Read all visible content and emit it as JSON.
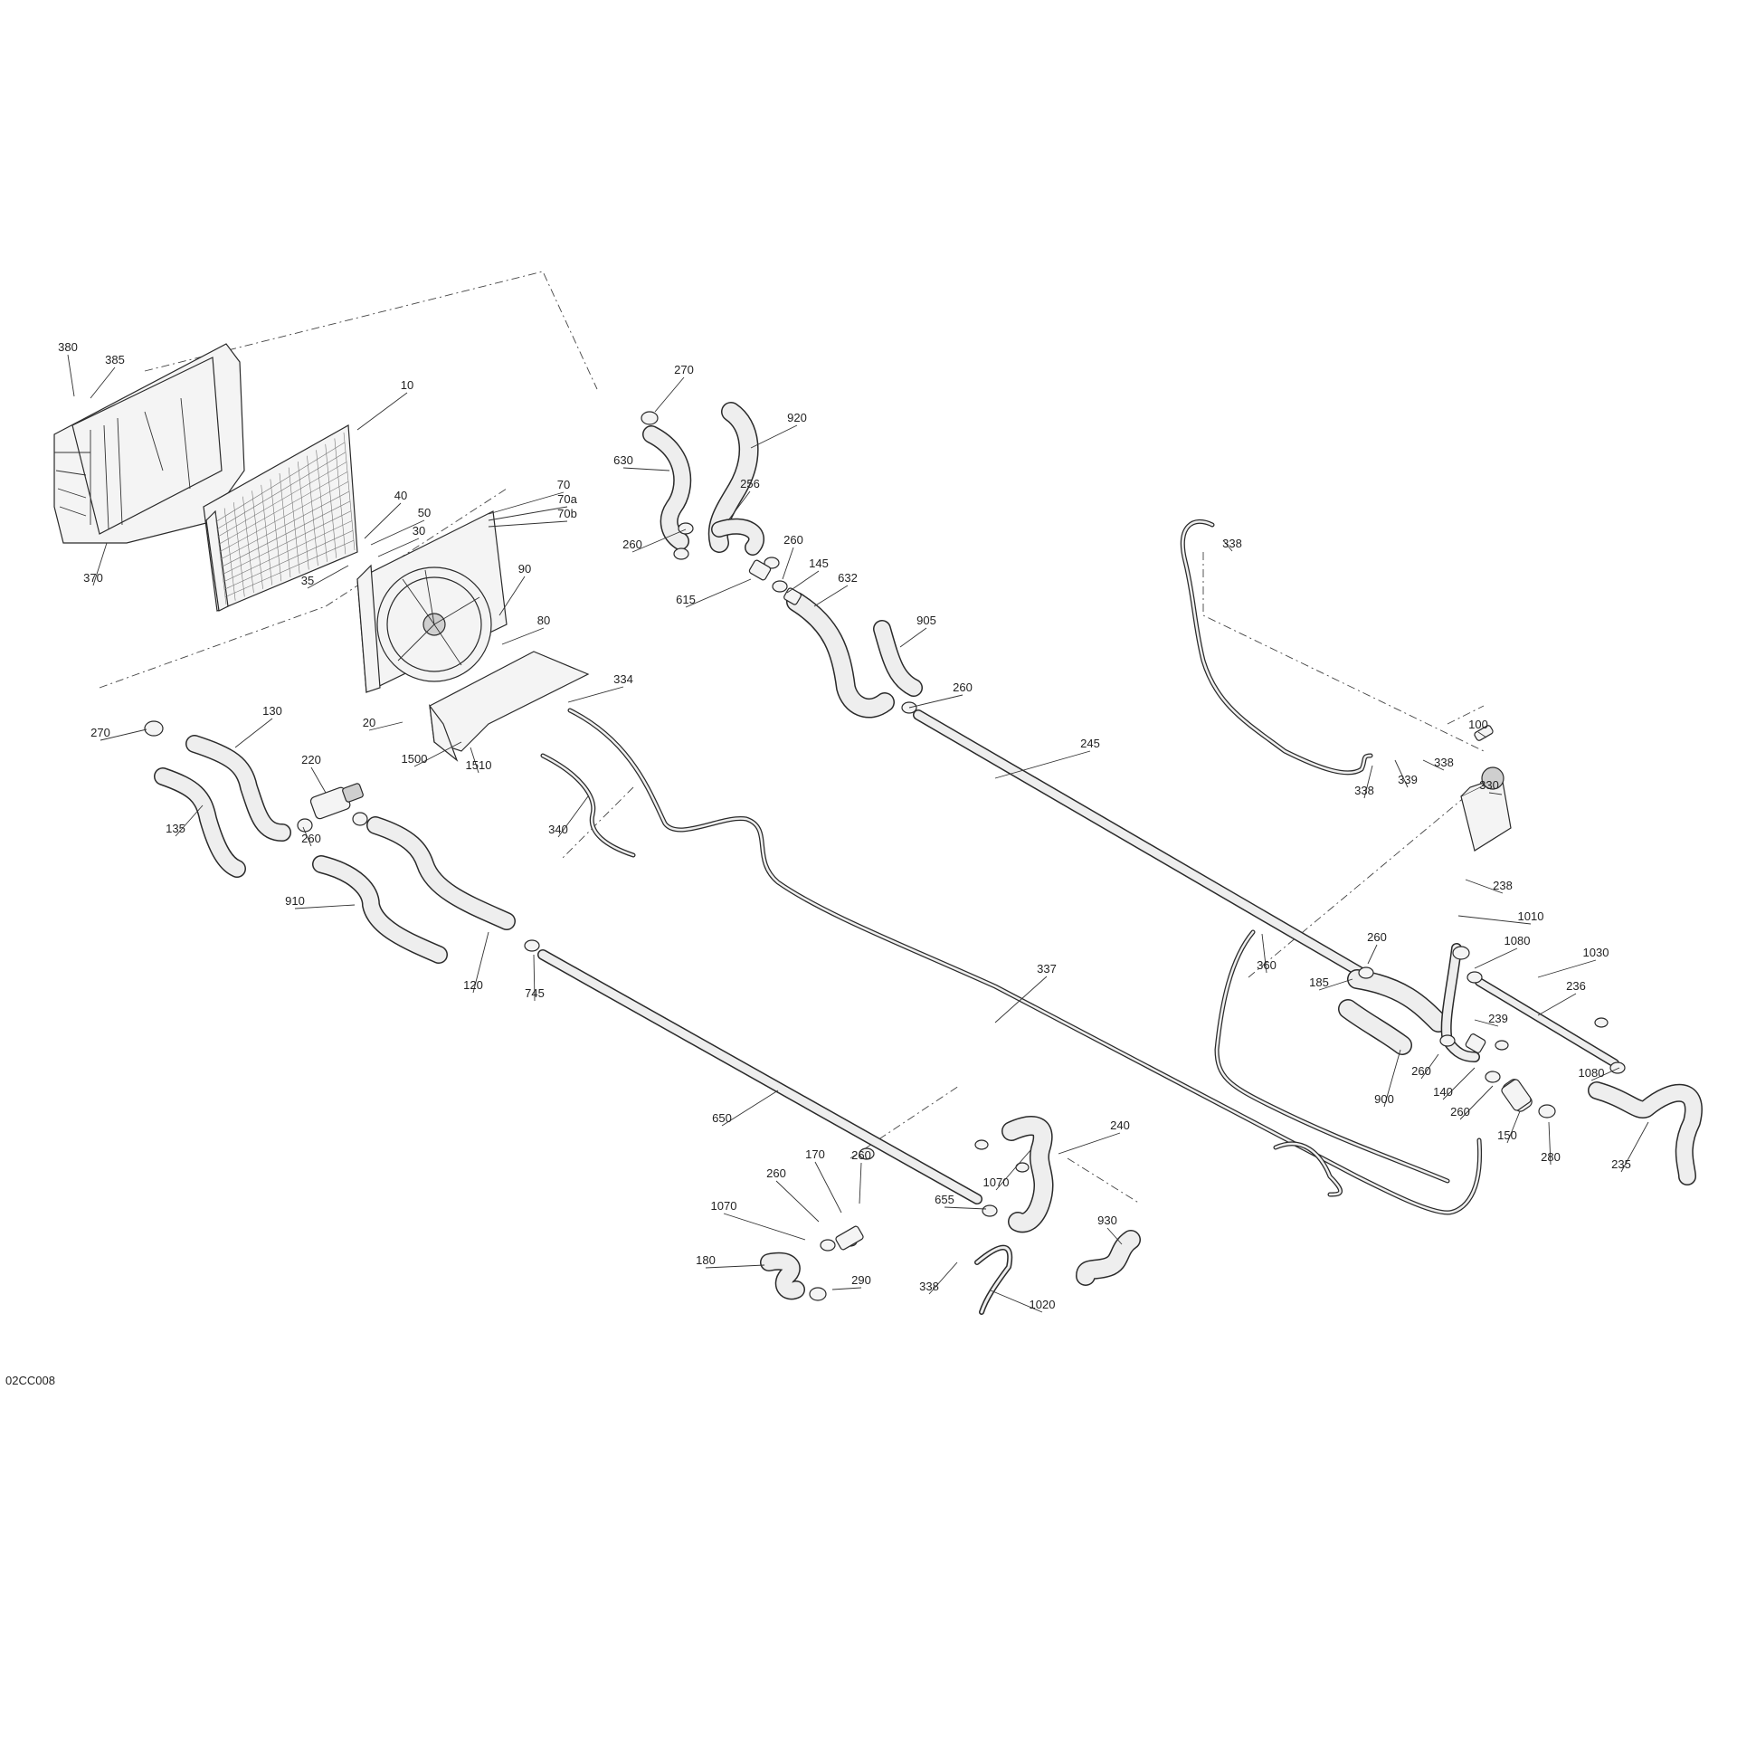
{
  "diagram": {
    "figure_id": "02CC008",
    "callouts": [
      {
        "id": "c380",
        "label": "380"
      },
      {
        "id": "c385",
        "label": "385"
      },
      {
        "id": "c10",
        "label": "10"
      },
      {
        "id": "c40",
        "label": "40"
      },
      {
        "id": "c50",
        "label": "50"
      },
      {
        "id": "c30",
        "label": "30"
      },
      {
        "id": "c35",
        "label": "35"
      },
      {
        "id": "c370",
        "label": "370"
      },
      {
        "id": "c70",
        "label": "70"
      },
      {
        "id": "c70a",
        "label": "70a"
      },
      {
        "id": "c70b",
        "label": "70b"
      },
      {
        "id": "c90",
        "label": "90"
      },
      {
        "id": "c80",
        "label": "80"
      },
      {
        "id": "c20",
        "label": "20"
      },
      {
        "id": "c1500",
        "label": "1500"
      },
      {
        "id": "c1510",
        "label": "1510"
      },
      {
        "id": "c334",
        "label": "334"
      },
      {
        "id": "c270a",
        "label": "270"
      },
      {
        "id": "c130",
        "label": "130"
      },
      {
        "id": "c220",
        "label": "220"
      },
      {
        "id": "c135",
        "label": "135"
      },
      {
        "id": "c260a",
        "label": "260"
      },
      {
        "id": "c910",
        "label": "910"
      },
      {
        "id": "c120",
        "label": "120"
      },
      {
        "id": "c745",
        "label": "745"
      },
      {
        "id": "c340",
        "label": "340"
      },
      {
        "id": "c270b",
        "label": "270"
      },
      {
        "id": "c920",
        "label": "920"
      },
      {
        "id": "c630",
        "label": "630"
      },
      {
        "id": "c256",
        "label": "256"
      },
      {
        "id": "c260b",
        "label": "260"
      },
      {
        "id": "c260c",
        "label": "260"
      },
      {
        "id": "c145",
        "label": "145"
      },
      {
        "id": "c632",
        "label": "632"
      },
      {
        "id": "c615",
        "label": "615"
      },
      {
        "id": "c905",
        "label": "905"
      },
      {
        "id": "c260d",
        "label": "260"
      },
      {
        "id": "c245",
        "label": "245"
      },
      {
        "id": "c337",
        "label": "337"
      },
      {
        "id": "c650",
        "label": "650"
      },
      {
        "id": "c338a",
        "label": "338"
      },
      {
        "id": "c100",
        "label": "100"
      },
      {
        "id": "c338b",
        "label": "338"
      },
      {
        "id": "c338c",
        "label": "338"
      },
      {
        "id": "c339",
        "label": "339"
      },
      {
        "id": "c330",
        "label": "330"
      },
      {
        "id": "c238",
        "label": "238"
      },
      {
        "id": "c1010",
        "label": "1010"
      },
      {
        "id": "c360",
        "label": "360"
      },
      {
        "id": "c260e",
        "label": "260"
      },
      {
        "id": "c185",
        "label": "185"
      },
      {
        "id": "c1080a",
        "label": "1080"
      },
      {
        "id": "c1030",
        "label": "1030"
      },
      {
        "id": "c236",
        "label": "236"
      },
      {
        "id": "c239",
        "label": "239"
      },
      {
        "id": "c260f",
        "label": "260"
      },
      {
        "id": "c1080b",
        "label": "1080"
      },
      {
        "id": "c900",
        "label": "900"
      },
      {
        "id": "c140",
        "label": "140"
      },
      {
        "id": "c260g",
        "label": "260"
      },
      {
        "id": "c150",
        "label": "150"
      },
      {
        "id": "c280",
        "label": "280"
      },
      {
        "id": "c235",
        "label": "235"
      },
      {
        "id": "c240",
        "label": "240"
      },
      {
        "id": "c1070a",
        "label": "1070"
      },
      {
        "id": "c170",
        "label": "170"
      },
      {
        "id": "c260h",
        "label": "260"
      },
      {
        "id": "c260i",
        "label": "260"
      },
      {
        "id": "c1070b",
        "label": "1070"
      },
      {
        "id": "c655",
        "label": "655"
      },
      {
        "id": "c930",
        "label": "930"
      },
      {
        "id": "c180",
        "label": "180"
      },
      {
        "id": "c290",
        "label": "290"
      },
      {
        "id": "c338d",
        "label": "338"
      },
      {
        "id": "c1020",
        "label": "1020"
      }
    ]
  }
}
